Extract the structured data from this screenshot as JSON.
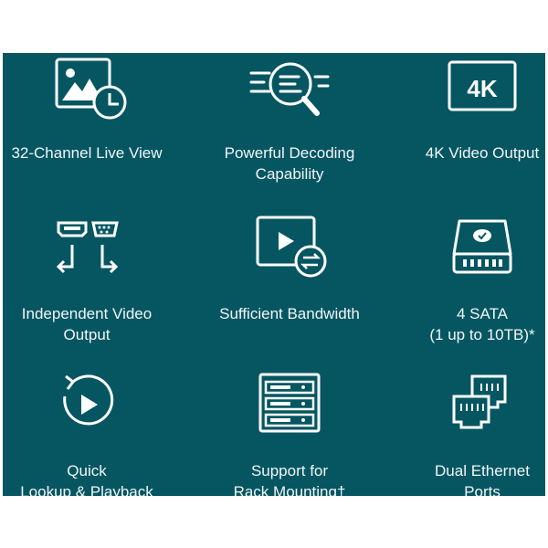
{
  "panel_color": "#065662",
  "features": [
    {
      "icon": "image-clock-icon",
      "lines": [
        "32-Channel Live View"
      ]
    },
    {
      "icon": "decoding-magnifier-icon",
      "lines": [
        "Powerful Decoding",
        "Capability"
      ]
    },
    {
      "icon": "4k-icon",
      "icon_text": "4K",
      "lines": [
        "4K Video Output"
      ]
    },
    {
      "icon": "hdmi-vga-icon",
      "lines": [
        "Independent Video",
        "Output"
      ]
    },
    {
      "icon": "video-bandwidth-icon",
      "lines": [
        "Sufficient Bandwidth"
      ]
    },
    {
      "icon": "hard-drive-icon",
      "lines": [
        "4 SATA",
        "(1 up to 10TB)*"
      ]
    },
    {
      "icon": "replay-icon",
      "lines": [
        "Quick",
        "Lookup & Playback"
      ]
    },
    {
      "icon": "rack-icon",
      "lines": [
        "Support for",
        "Rack Mounting†"
      ]
    },
    {
      "icon": "ethernet-ports-icon",
      "lines": [
        "Dual Ethernet",
        "Ports"
      ]
    }
  ]
}
